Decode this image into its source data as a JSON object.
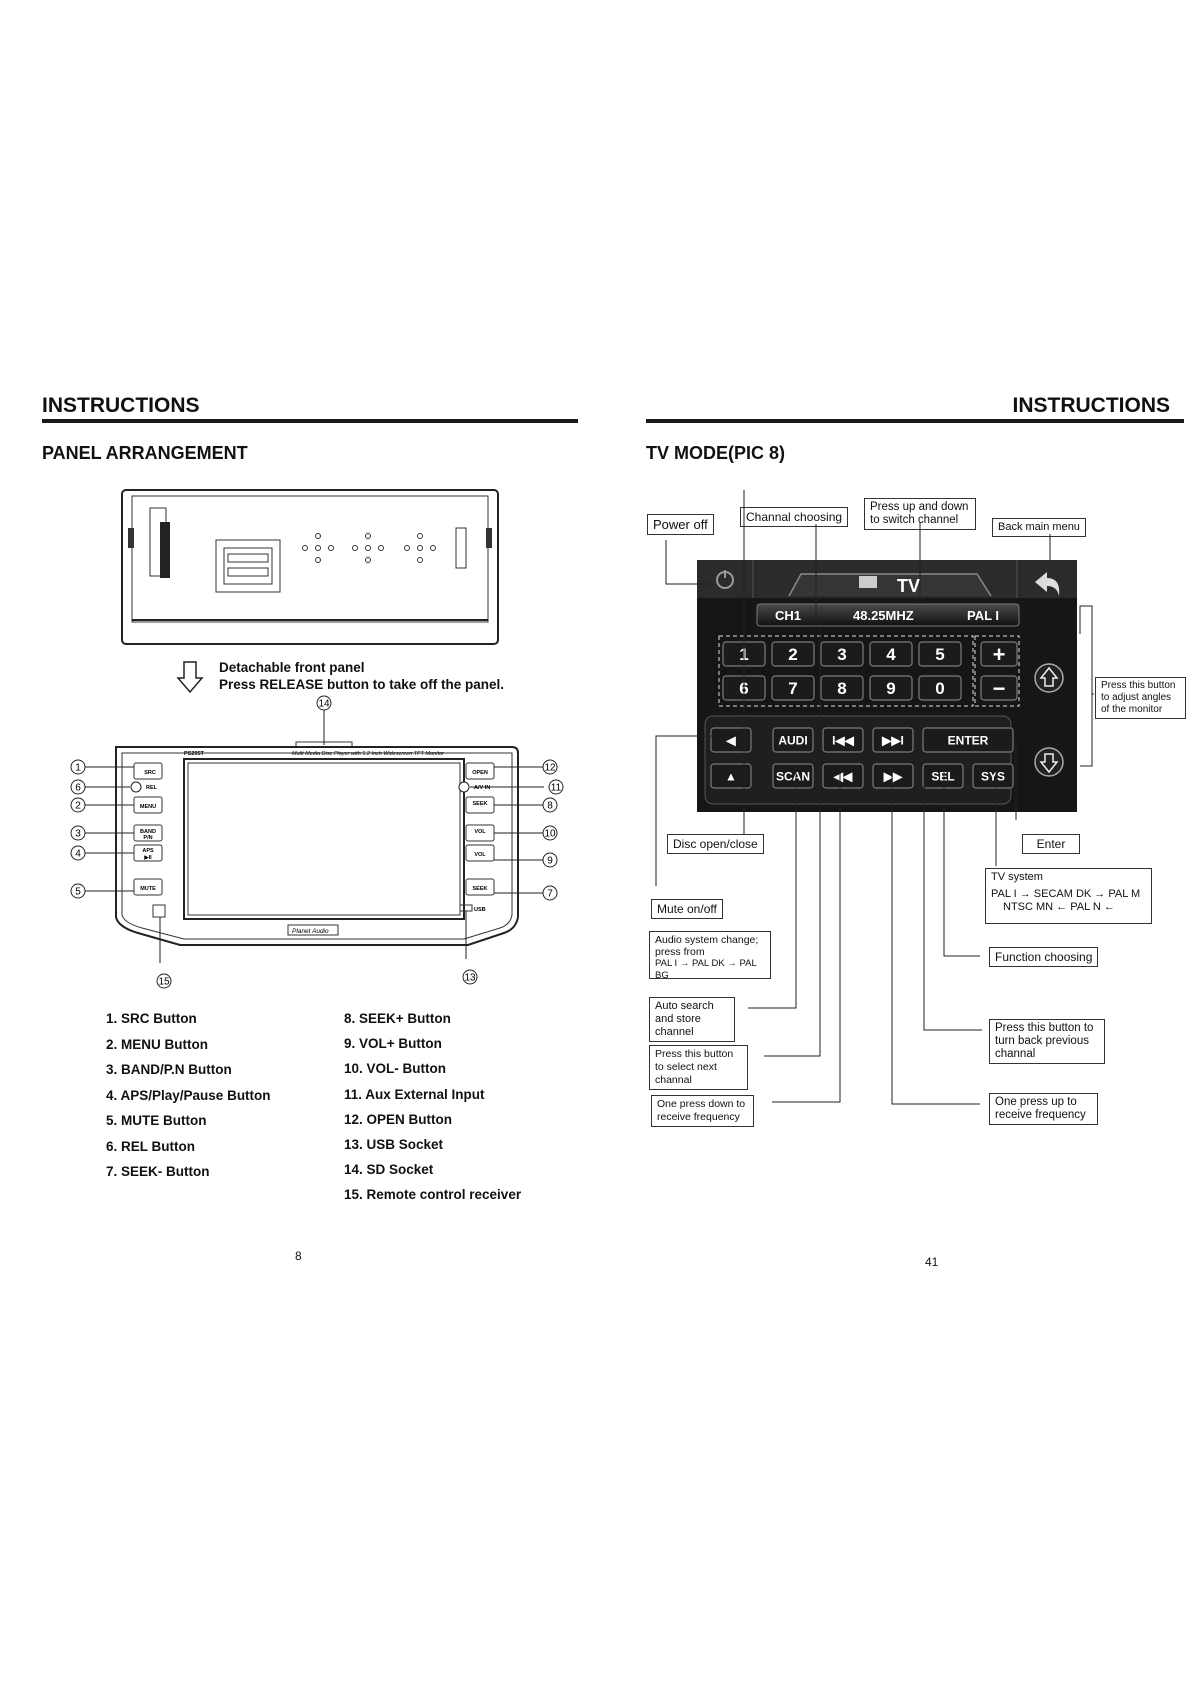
{
  "left": {
    "header": "INSTRUCTIONS",
    "section_title": "PANEL ARRANGEMENT",
    "detach_note": {
      "line1": "Detachable front panel",
      "line2": "Press RELEASE button to take off the panel."
    },
    "panel_labels": {
      "src": "SRC",
      "rel": "REL",
      "menu": "MENU",
      "band": "BAND",
      "pn": "P/N",
      "aps": "APS",
      "play": "▶II",
      "mute": "MUTE",
      "open": "OPEN",
      "avin": "A/V IN",
      "seek": "SEEK",
      "vol": "VOL",
      "usb": "USB",
      "model": "PS295T",
      "caption": "Multi Media Disc Player with 5.2 Inch Widescreen TFT Monitor",
      "brand": "Planet Audio"
    },
    "callouts": [
      "1",
      "2",
      "3",
      "4",
      "5",
      "6",
      "7",
      "8",
      "9",
      "10",
      "11",
      "12",
      "13",
      "14",
      "15"
    ],
    "items_col1": [
      "1. SRC  Button",
      "2. MENU Button",
      "3. BAND/P.N  Button",
      "4. APS/Play/Pause Button",
      "5. MUTE Button",
      "6. REL Button",
      "7. SEEK- Button"
    ],
    "items_col2": [
      "8. SEEK+ Button",
      "9. VOL+ Button",
      "10. VOL- Button",
      "11. Aux  External  Input",
      "12. OPEN Button",
      "13. USB Socket",
      "14. SD Socket",
      "15. Remote control receiver"
    ],
    "page_number": "8"
  },
  "right": {
    "header": "INSTRUCTIONS",
    "section_title": "TV MODE(PIC 8)",
    "screen": {
      "title": "TV",
      "channel": "CH1",
      "frequency": "48.25MHZ",
      "system": "PAL  I",
      "digits_row1": [
        "1",
        "2",
        "3",
        "4",
        "5"
      ],
      "digits_row2": [
        "6",
        "7",
        "8",
        "9",
        "0"
      ],
      "plus": "+",
      "minus": "−",
      "row1_keys": [
        "◀",
        "AUDI",
        "I◀◀",
        "▶▶I",
        "ENTER"
      ],
      "row2_keys": [
        "▲",
        "SCAN",
        "◀◀",
        "▶▶",
        "SEL",
        "SYS"
      ]
    },
    "annotations": {
      "power_off": "Power off",
      "channel_choosing": "Channal choosing",
      "press_updown": "Press up and down to switch channel",
      "back_main": "Back main menu",
      "adjust_angles": "Press this button to adjust angles of the monitor",
      "enter": "Enter",
      "disc_open": "Disc open/close",
      "tv_system": "TV system",
      "tv_system_seq1": "PAL I  → SECAM DK → PAL M",
      "tv_system_seq2": "NTSC MN  ← PAL N ←",
      "mute": "Mute on/off",
      "audio_change": "Audio system change; press from",
      "audio_seq": "PAL I → PAL DK → PAL BG",
      "function_choosing": "Function choosing",
      "auto_search": "Auto search and store channel",
      "prev_channel": "Press this button to turn back previous channal",
      "next_channel": "Press this button to select next channal",
      "one_down": "One press down to receive frequency",
      "one_up": "One press up to receive frequency"
    },
    "page_number": "41"
  }
}
